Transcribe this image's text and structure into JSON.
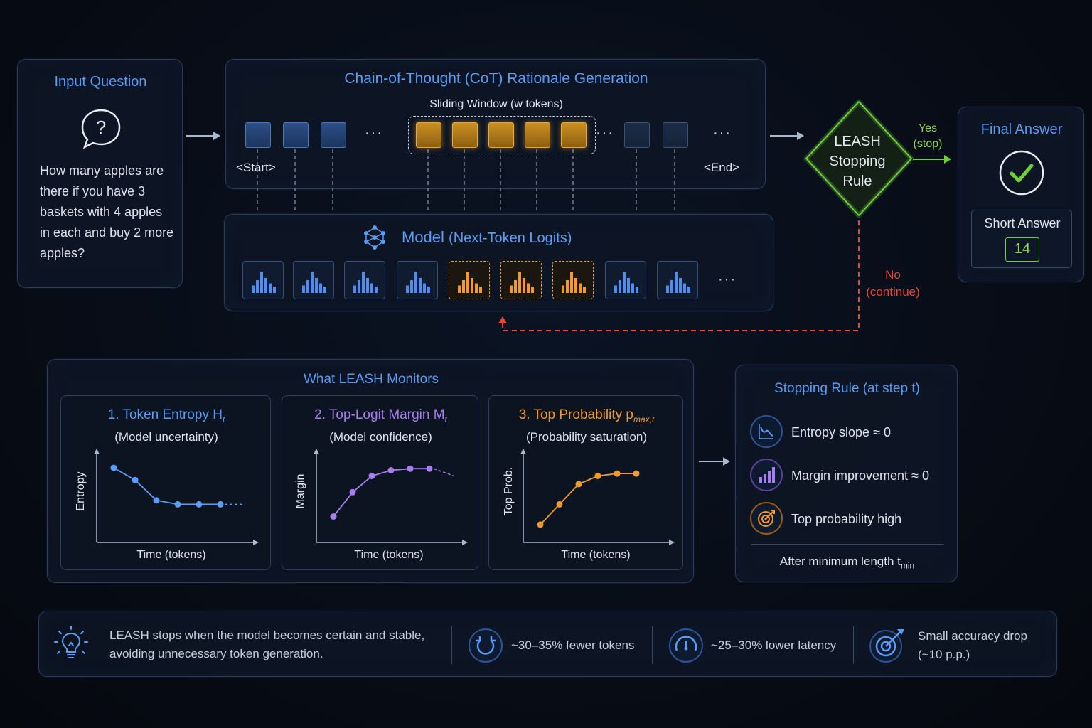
{
  "input_question": {
    "title": "Input Question",
    "text": "How many apples are there if you have 3 baskets with 4 apples in each and buy 2 more apples?"
  },
  "cot": {
    "title": "Chain-of-Thought (CoT) Rationale Generation",
    "sliding_window_label": "Sliding Window (w tokens)",
    "start_label": "<Start>",
    "end_label": "<End>",
    "ellipsis": "···"
  },
  "model": {
    "title": "Model",
    "subtitle": "(Next-Token Logits)",
    "ellipsis": "···"
  },
  "leash": {
    "label_line1": "LEASH",
    "label_line2": "Stopping",
    "label_line3": "Rule",
    "yes_line1": "Yes",
    "yes_line2": "(stop)",
    "no_line1": "No",
    "no_line2": "(continue)"
  },
  "final_answer": {
    "title": "Final Answer",
    "short_answer_label": "Short Answer",
    "value": "14"
  },
  "monitors": {
    "title": "What LEASH Monitors",
    "items": [
      {
        "title": "1. Token Entropy H",
        "subscript": "t",
        "subtitle": "(Model uncertainty)",
        "ylabel": "Entropy",
        "xlabel": "Time (tokens)",
        "color": "#5b9cf5"
      },
      {
        "title": "2. Top-Logit Margin M",
        "subscript": "t",
        "subtitle": "(Model confidence)",
        "ylabel": "Margin",
        "xlabel": "Time (tokens)",
        "color": "#a77ef0"
      },
      {
        "title": "3. Top Probability p",
        "subscript": "max,t",
        "subtitle": "(Probability saturation)",
        "ylabel": "Top Prob.",
        "xlabel": "Time (tokens)",
        "color": "#f39a2a"
      }
    ]
  },
  "chart_data": [
    {
      "type": "line",
      "ylabel": "Entropy",
      "xlabel": "Time (tokens)",
      "values": [
        0.85,
        0.7,
        0.45,
        0.4,
        0.4,
        0.4
      ],
      "trend": "dashed-continuation"
    },
    {
      "type": "line",
      "ylabel": "Margin",
      "xlabel": "Time (tokens)",
      "values": [
        0.25,
        0.55,
        0.75,
        0.82,
        0.84,
        0.84
      ],
      "trend": "dashed-continuation"
    },
    {
      "type": "line",
      "ylabel": "Top Prob.",
      "xlabel": "Time (tokens)",
      "values": [
        0.15,
        0.4,
        0.65,
        0.75,
        0.78,
        0.78
      ]
    }
  ],
  "stopping_rule": {
    "title": "Stopping Rule (at step t)",
    "items": [
      {
        "label": "Entropy slope ≈ 0",
        "icon": "entropy-slope-icon",
        "color": "#5b9cf5"
      },
      {
        "label": "Margin improvement ≈ 0",
        "icon": "bar-chart-icon",
        "color": "#a77ef0"
      },
      {
        "label": "Top probability high",
        "icon": "target-icon",
        "color": "#f39a2a"
      }
    ],
    "footer": "After minimum length t",
    "footer_sub": "min"
  },
  "summary": {
    "text_line1": "LEASH stops when the model becomes certain and stable,",
    "text_line2": "avoiding unnecessary token generation.",
    "stats": [
      {
        "text": "~30–35% fewer tokens",
        "icon": "refresh-icon"
      },
      {
        "text": "~25–30% lower latency",
        "icon": "speedometer-icon"
      },
      {
        "text_line1": "Small accuracy drop",
        "text_line2": "(~10 p.p.)",
        "icon": "target-arrow-icon"
      }
    ]
  },
  "colors": {
    "blue": "#5b9cf5",
    "purple": "#a77ef0",
    "orange": "#f39a2a",
    "green": "#6ed13a",
    "red": "#e8463a"
  }
}
